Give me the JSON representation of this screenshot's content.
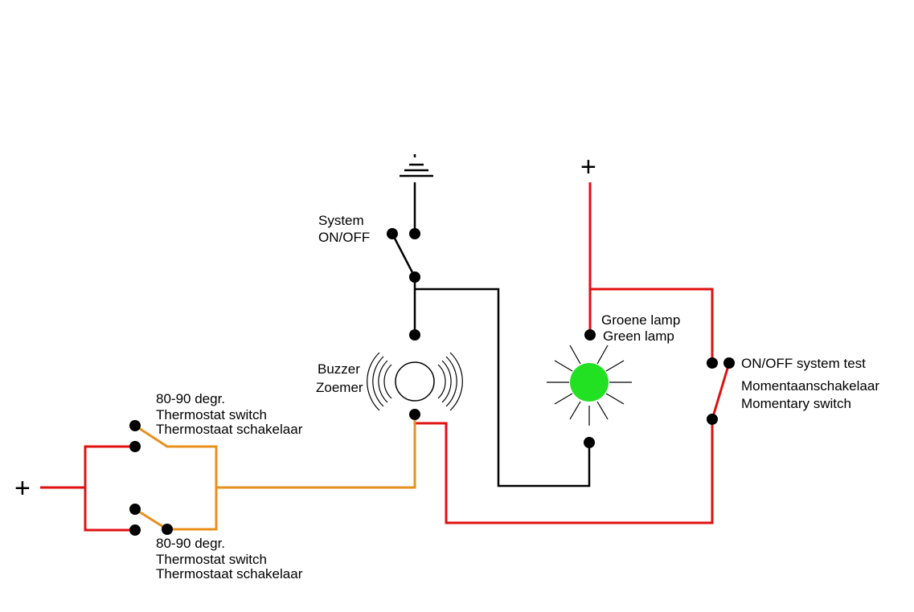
{
  "labels": {
    "system_line1": "System",
    "system_line2": "ON/OFF",
    "buzzer_line1": "Buzzer",
    "buzzer_line2": "Zoemer",
    "green_lamp_nl": "Groene lamp",
    "green_lamp_en": "Green lamp",
    "test_line1": "ON/OFF system test",
    "test_line2": "Momentaanschakelaar",
    "test_line3": "Momentary switch",
    "thermo_top_line1": "80-90 degr.",
    "thermo_top_line2": "Thermostat switch",
    "thermo_top_line3": "Thermostaat schakelaar",
    "thermo_bottom_line1": "80-90 degr.",
    "thermo_bottom_line2": "Thermostat switch",
    "thermo_bottom_line3": "Thermostaat schakelaar",
    "plus_left": "+",
    "plus_top": "+"
  },
  "colors": {
    "red_wire": "#e01010",
    "orange_wire": "#e8901e",
    "black_wire": "#000000",
    "lamp_green": "#22e022"
  }
}
